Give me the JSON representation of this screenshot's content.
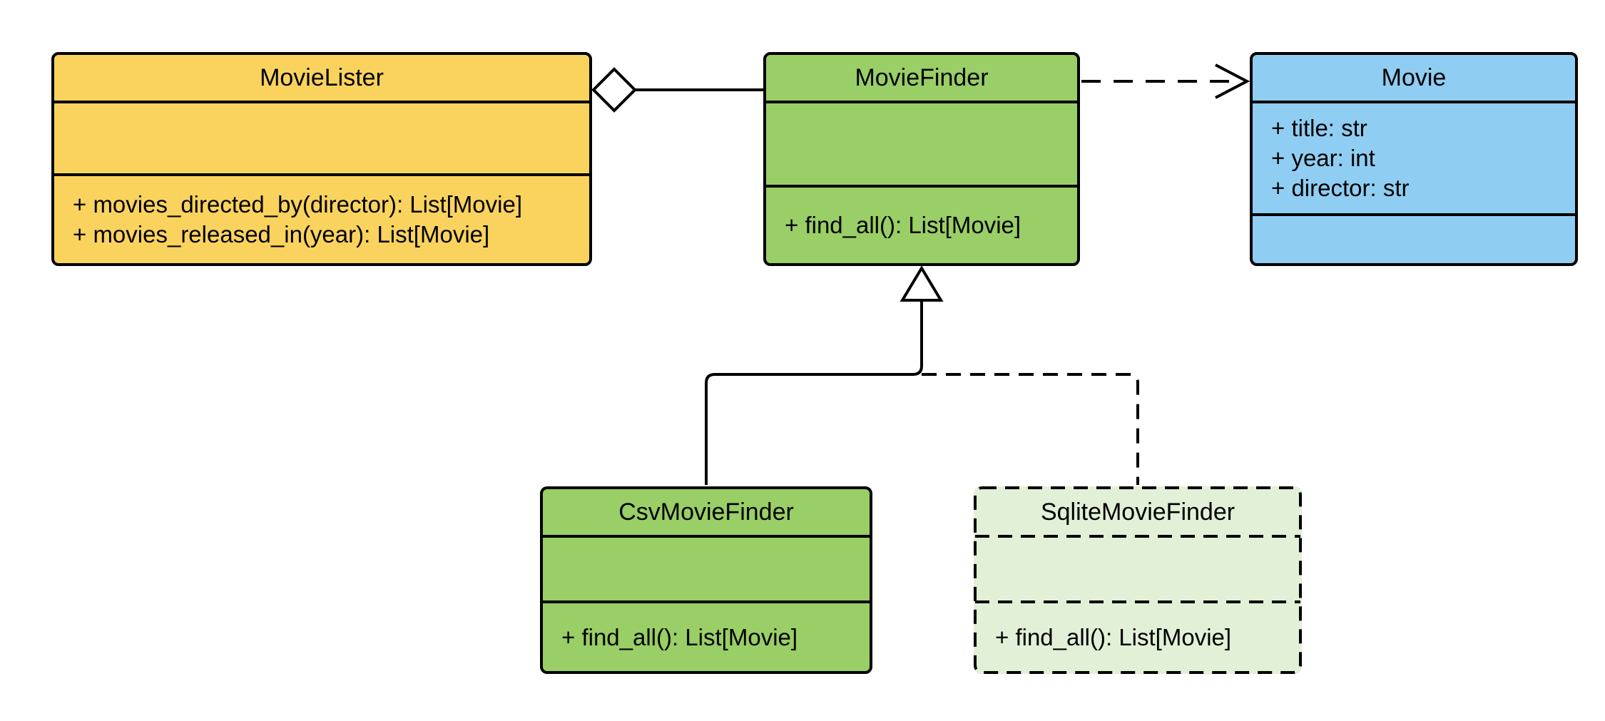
{
  "diagram": {
    "kind": "uml-class-diagram",
    "background": "#FFFFFF",
    "colors": {
      "stroke": "#000000",
      "yellow_fill": "#FAD35E",
      "green_fill": "#99CF66",
      "blue_fill": "#8FCEF2",
      "pale_green_fill": "#E2F0D7",
      "marker_fill": "#FFFFFF"
    },
    "classes": [
      {
        "name": "MovieLister",
        "fill": "#FAD35E",
        "border_style": "solid",
        "attributes": [],
        "methods": [
          "+ movies_directed_by(director): List[Movie]",
          "+ movies_released_in(year): List[Movie]"
        ]
      },
      {
        "name": "MovieFinder",
        "fill": "#99CF66",
        "border_style": "solid",
        "attributes": [],
        "methods": [
          "+ find_all(): List[Movie]"
        ]
      },
      {
        "name": "Movie",
        "fill": "#8FCEF2",
        "border_style": "solid",
        "attributes": [
          "+ title: str",
          "+ year: int",
          "+ director: str"
        ],
        "methods": []
      },
      {
        "name": "CsvMovieFinder",
        "fill": "#99CF66",
        "border_style": "solid",
        "attributes": [],
        "methods": [
          "+ find_all(): List[Movie]"
        ]
      },
      {
        "name": "SqliteMovieFinder",
        "fill": "#E2F0D7",
        "border_style": "dashed",
        "attributes": [],
        "methods": [
          "+ find_all(): List[Movie]"
        ]
      }
    ],
    "relationships": [
      {
        "type": "aggregation",
        "source": "MovieLister",
        "target": "MovieFinder",
        "line": "solid",
        "marker": "hollow-diamond-at-source"
      },
      {
        "type": "dependency",
        "source": "MovieFinder",
        "target": "Movie",
        "line": "dashed",
        "marker": "open-arrow-at-target"
      },
      {
        "type": "generalization",
        "source": "CsvMovieFinder",
        "target": "MovieFinder",
        "line": "solid",
        "marker": "hollow-triangle-at-target"
      },
      {
        "type": "realization",
        "source": "SqliteMovieFinder",
        "target": "MovieFinder",
        "line": "dashed",
        "marker": "hollow-triangle-at-target"
      }
    ]
  }
}
